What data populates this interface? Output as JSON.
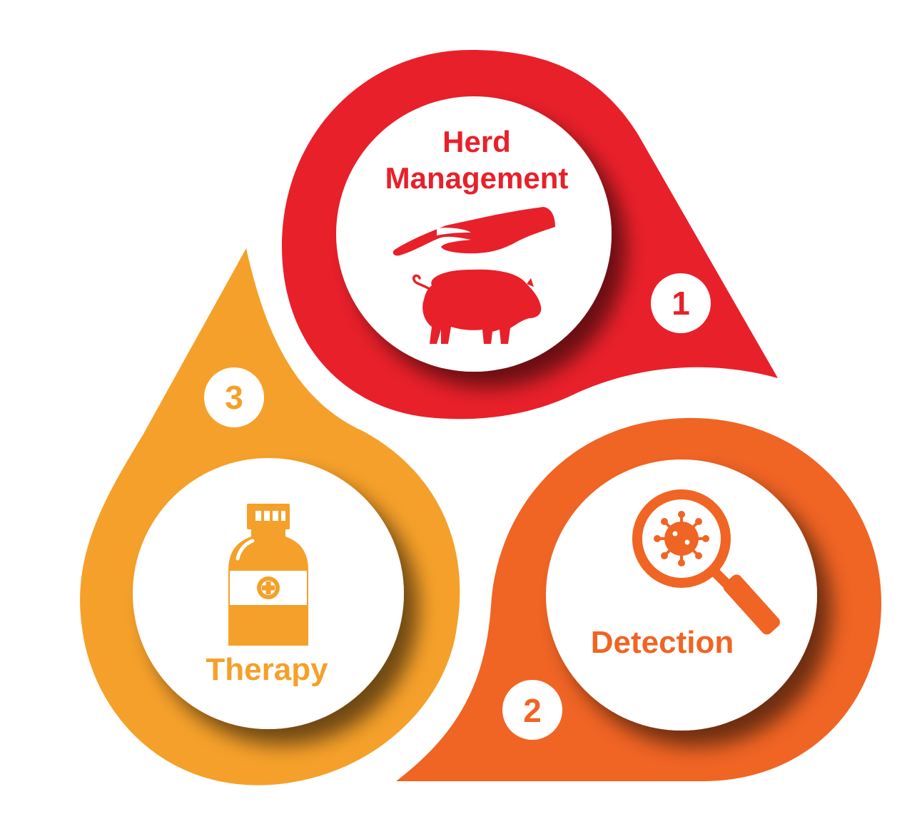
{
  "colors": {
    "herd": "#E8202A",
    "detection": "#F06424",
    "therapy": "#F5A02A",
    "white": "#FFFFFF"
  },
  "steps": [
    {
      "number": "1",
      "title_line1": "Herd",
      "title_line2": "Management",
      "icons": [
        "hand-icon",
        "pig-icon"
      ]
    },
    {
      "number": "2",
      "title": "Detection",
      "icons": [
        "magnifier-icon",
        "virus-icon"
      ]
    },
    {
      "number": "3",
      "title": "Therapy",
      "icons": [
        "medicine-bottle-icon",
        "medical-cross-icon"
      ]
    }
  ]
}
